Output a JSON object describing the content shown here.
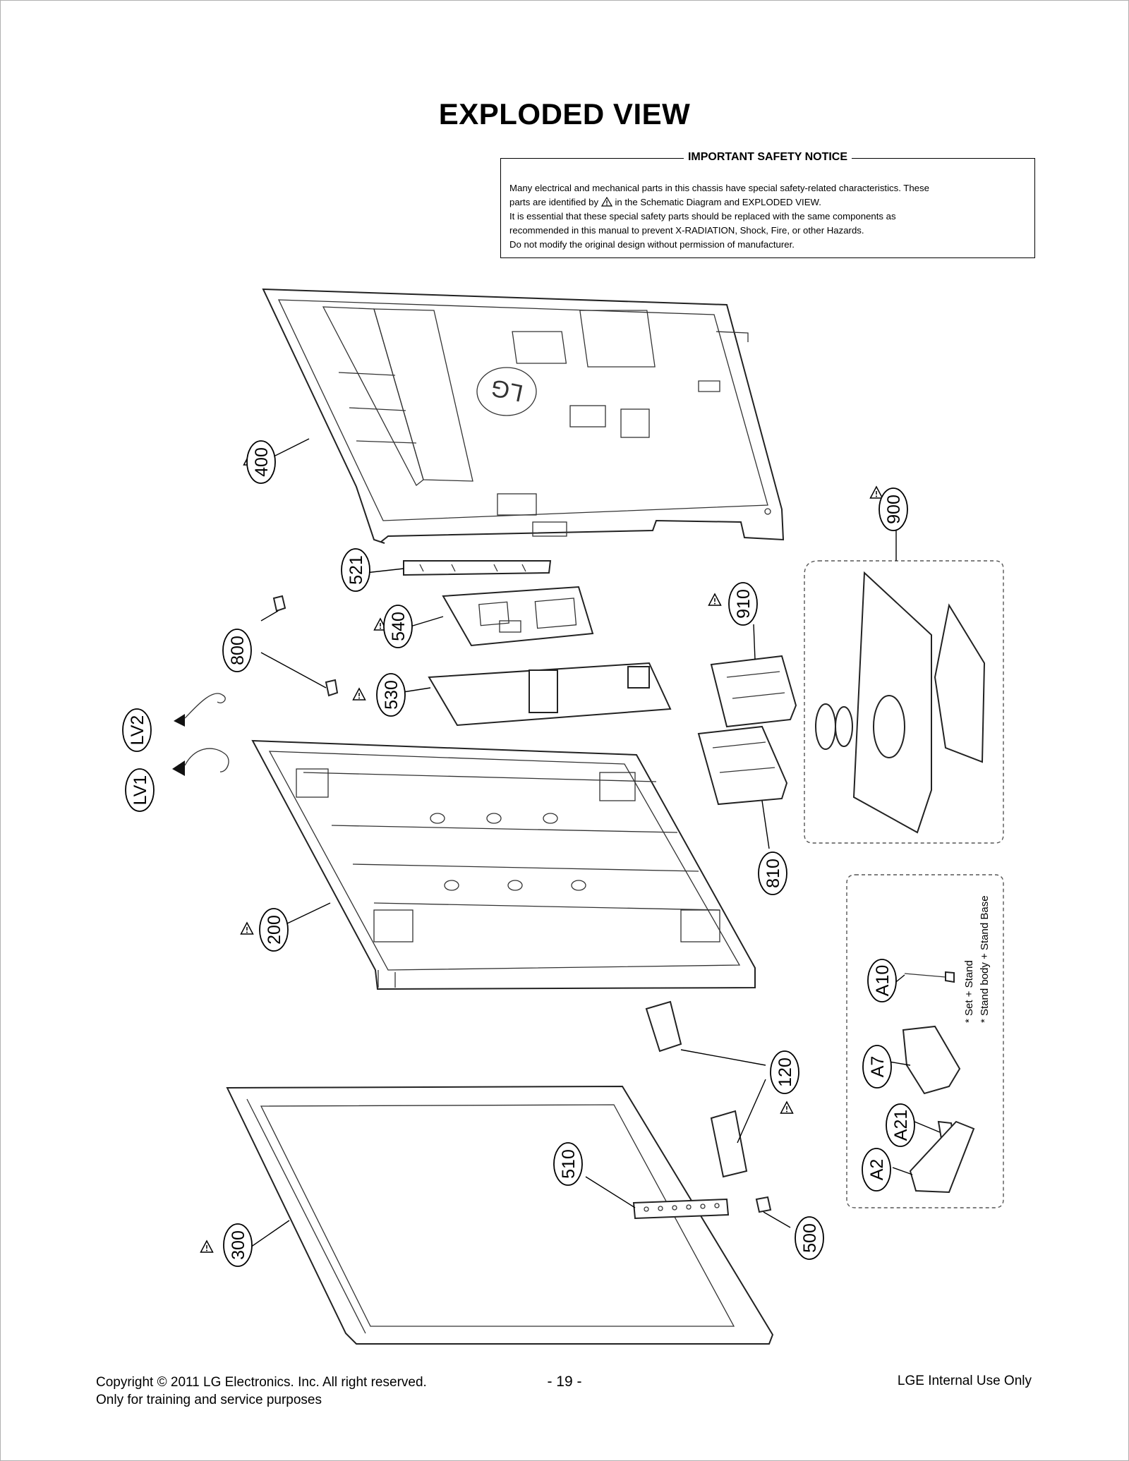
{
  "page": {
    "title": "EXPLODED VIEW",
    "page_number": "- 19 -"
  },
  "notice": {
    "heading": "IMPORTANT SAFETY NOTICE",
    "line1": "Many electrical and mechanical parts in this chassis have special safety-related characteristics. These",
    "line2_before": "parts are identified by",
    "line2_after": "in the Schematic Diagram and EXPLODED VIEW.",
    "line3": "It is essential that these special safety parts should be replaced with the same components as",
    "line4": "recommended in this manual to prevent X-RADIATION, Shock, Fire, or other Hazards.",
    "line5": "Do not modify the original design without permission of manufacturer."
  },
  "callouts": {
    "c400": "400",
    "c521": "521",
    "c540": "540",
    "c530": "530",
    "c800": "800",
    "cLV2": "LV2",
    "cLV1": "LV1",
    "c200": "200",
    "c300": "300",
    "c510": "510",
    "c500": "500",
    "c120": "120",
    "c810": "810",
    "c910": "910",
    "c900": "900",
    "cA10": "A10",
    "cA7": "A7",
    "cA21": "A21",
    "cA2": "A2"
  },
  "stand_note": {
    "line1": "* Set + Stand",
    "line2": "* Stand body + Stand Base"
  },
  "logo_text": "LG",
  "footer": {
    "copyright": "Copyright © 2011 LG Electronics. Inc. All right reserved.",
    "training": "Only for training and service purposes",
    "internal": "LGE Internal Use Only"
  },
  "colors": {
    "line": "#222222",
    "background": "#ffffff"
  }
}
